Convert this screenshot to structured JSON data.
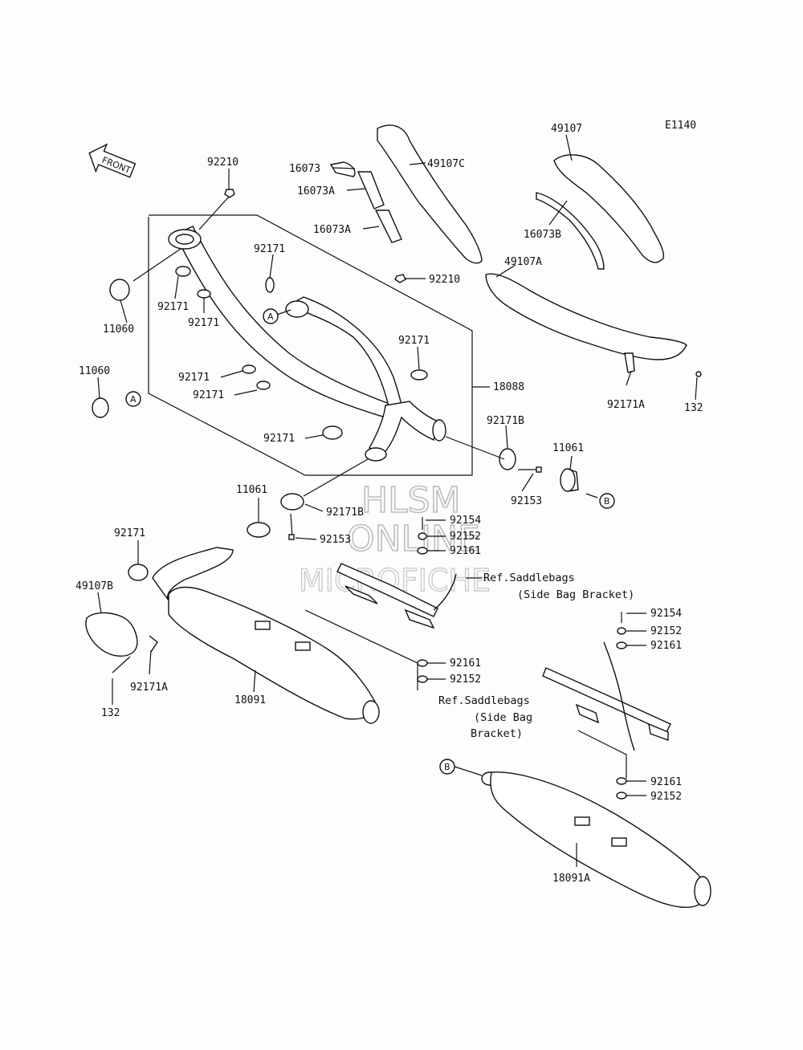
{
  "diagram_code": "E1140",
  "front_arrow_text": "FRONT",
  "watermark": [
    "HLSM",
    "ONLINE",
    "MICROFICHE"
  ],
  "markers": {
    "a": "A",
    "b": "B"
  },
  "labels": {
    "p92210_top": "92210",
    "p16073": "16073",
    "p16073A_1": "16073A",
    "p16073A_2": "16073A",
    "p49107C": "49107C",
    "p49107": "49107",
    "p16073B": "16073B",
    "p49107A": "49107A",
    "p92210_mid": "92210",
    "p92171_a": "92171",
    "p11060_a": "11060",
    "p92171_b": "92171",
    "p92171_c": "92171",
    "p11060_b": "11060",
    "p92171_d": "92171",
    "p92171_e": "92171",
    "p92171_f": "92171",
    "p92171_g": "92171",
    "p18088": "18088",
    "p92171A_a": "92171A",
    "p132_a": "132",
    "p92171B_a": "92171B",
    "p11061_a": "11061",
    "p92153_a": "92153",
    "p11061_b": "11061",
    "p92171B_b": "92171B",
    "p92153_b": "92153",
    "p92154_a": "92154",
    "p92152_a": "92152",
    "p92161_a": "92161",
    "p92171_h": "92171",
    "p49107B": "49107B",
    "p92171A_b": "92171A",
    "p132_b": "132",
    "p18091": "18091",
    "p92161_b": "92161",
    "p92152_b": "92152",
    "p92154_b": "92154",
    "p92152_c": "92152",
    "p92161_c": "92161",
    "p92161_d": "92161",
    "p92152_d": "92152",
    "p18091A": "18091A"
  },
  "refs": {
    "ref1_line1": "Ref.Saddlebags",
    "ref1_line2": "(Side Bag Bracket)",
    "ref2_line1": "Ref.Saddlebags",
    "ref2_line2": "(Side Bag",
    "ref2_line3": "Bracket)"
  }
}
